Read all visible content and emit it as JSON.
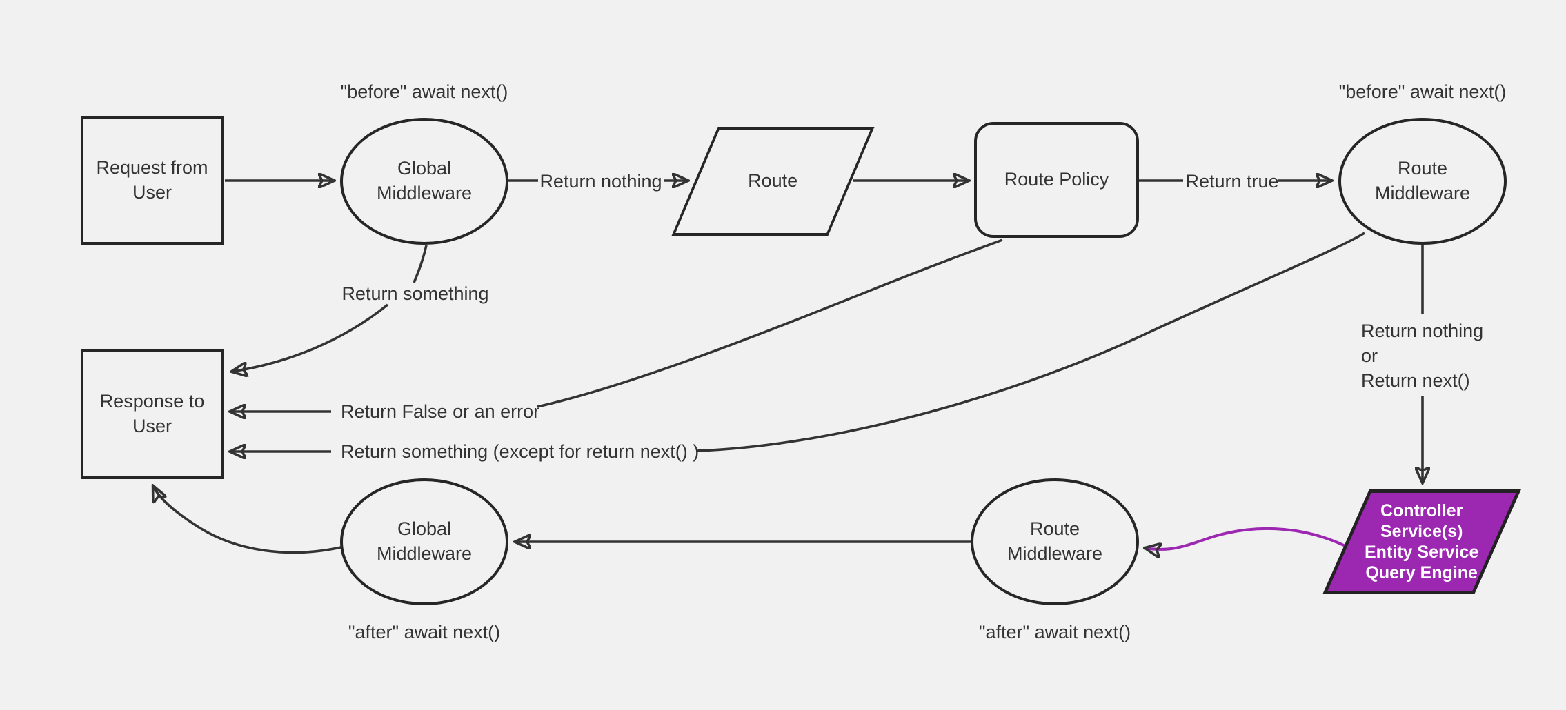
{
  "diagram": {
    "background_color": "#f1f1f1",
    "line_color": "#333333",
    "accent_color": "#9c27b0",
    "nodes": {
      "request": {
        "label": "Request from User",
        "shape": "rectangle"
      },
      "global_middleware_top": {
        "label": "Global Middleware",
        "shape": "ellipse"
      },
      "route": {
        "label": "Route",
        "shape": "parallelogram"
      },
      "route_policy": {
        "label": "Route Policy",
        "shape": "rounded-rectangle"
      },
      "route_middleware_top": {
        "label": "Route Middleware",
        "shape": "ellipse"
      },
      "controller": {
        "lines": [
          "Controller",
          "Service(s)",
          "Entity Service",
          "Query Engine"
        ],
        "shape": "parallelogram",
        "fill": "#9c27b0",
        "text_color": "#ffffff"
      },
      "route_middleware_bottom": {
        "label": "Route Middleware",
        "shape": "ellipse"
      },
      "global_middleware_bottom": {
        "label": "Global Middleware",
        "shape": "ellipse"
      },
      "response": {
        "label": "Response to User",
        "shape": "rectangle"
      }
    },
    "edge_labels": {
      "before_await_left": "\"before\" await next()",
      "before_await_right": "\"before\" await next()",
      "after_await_left": "\"after\" await next()",
      "after_await_right": "\"after\" await next()",
      "return_nothing": "Return nothing",
      "return_true": "Return true",
      "return_something": "Return something",
      "return_false": "Return False or an error",
      "return_something_except": "Return something (except for return next() )",
      "return_nothing_or": [
        "Return nothing",
        "or",
        "Return next()"
      ]
    }
  }
}
